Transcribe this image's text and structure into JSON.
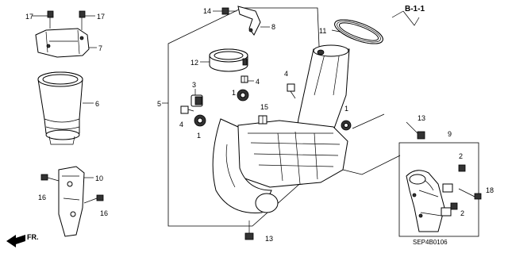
{
  "diagram": {
    "reference": "B-1-1",
    "code": "SEP4B0106",
    "direction_label": "FR.",
    "callouts": [
      "17",
      "17",
      "7",
      "6",
      "10",
      "16",
      "16",
      "14",
      "8",
      "11",
      "12",
      "4",
      "3",
      "4",
      "1",
      "5",
      "4",
      "15",
      "1",
      "1",
      "13",
      "9",
      "2",
      "2",
      "18",
      "13"
    ]
  }
}
